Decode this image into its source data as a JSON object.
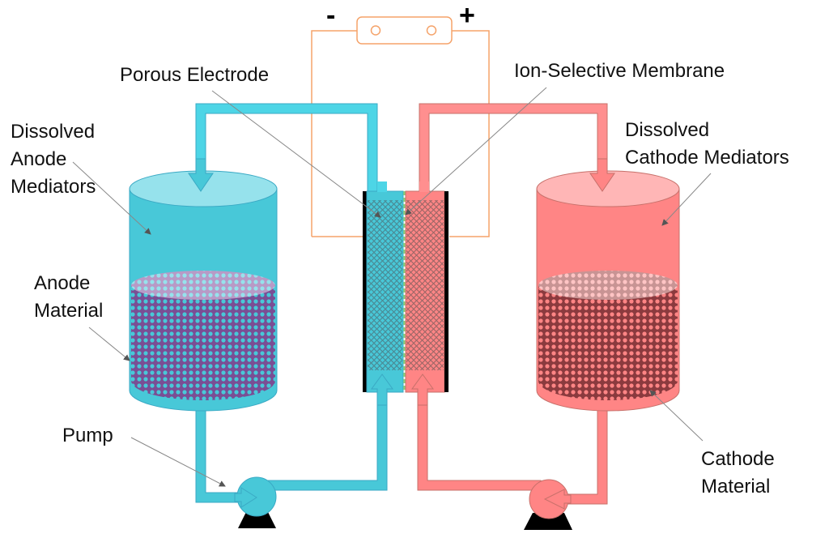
{
  "title": "Redox flow battery schematic",
  "battery": {
    "negative_sign": "-",
    "positive_sign": "+"
  },
  "labels": {
    "porous_electrode": "Porous Electrode",
    "ion_selective_membrane": "Ion-Selective Membrane",
    "dissolved_anode_mediators": [
      "Dissolved",
      "Anode",
      "Mediators"
    ],
    "dissolved_cathode_mediators": [
      "Dissolved",
      "Cathode Mediators"
    ],
    "anode_material": [
      "Anode",
      "Material"
    ],
    "cathode_material": [
      "Cathode",
      "Material"
    ],
    "pump": "Pump"
  },
  "colors": {
    "anode_fluid": "#48c8d8",
    "anode_fluid_light": "#96e2ec",
    "anode_material": "#7a4e94",
    "cathode_fluid": "#ff8585",
    "cathode_fluid_light": "#ffb6b6",
    "cathode_material": "#8b3a3e",
    "circuit_wire": "#f5a36a",
    "membrane": "#8fcf7a",
    "collector": "#000000",
    "leader_line": "#888888"
  }
}
